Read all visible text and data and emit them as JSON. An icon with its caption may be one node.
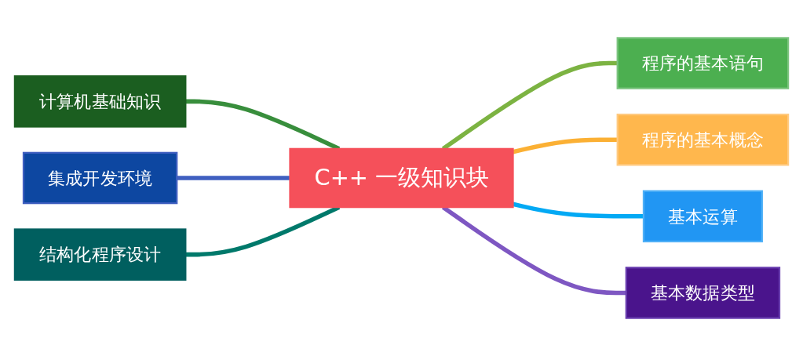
{
  "diagram": {
    "nodes": [
      {
        "text": [
          "C++ 一级知识块"
        ]
      },
      {
        "text": [
          "程序的基本语句"
        ]
      },
      {
        "text": [
          "程序的基本概念"
        ]
      },
      {
        "text": [
          "基本运算"
        ]
      },
      {
        "text": [
          "基本数据类型"
        ]
      },
      {
        "text": [
          "计算机基础知识"
        ]
      },
      {
        "text": [
          "集成开发环境"
        ]
      },
      {
        "text": [
          "结构化程序设计"
        ]
      }
    ],
    "edges": [
      {
        "from": 0,
        "to": 1,
        "arrow": "none",
        "color": "#7cb342"
      },
      {
        "from": 0,
        "to": 2,
        "arrow": "none",
        "color": "#fbb034"
      },
      {
        "from": 0,
        "to": 3,
        "arrow": "none",
        "color": "#03a9f4"
      },
      {
        "from": 0,
        "to": 4,
        "arrow": "none",
        "color": "#7e57c2"
      },
      {
        "from": 5,
        "to": 0,
        "arrow": "none",
        "color": "#388e3c"
      },
      {
        "from": 6,
        "to": 0,
        "arrow": "none",
        "color": "#3f5fc0"
      },
      {
        "from": 7,
        "to": 0,
        "arrow": "none",
        "color": "#00796b"
      }
    ]
  }
}
